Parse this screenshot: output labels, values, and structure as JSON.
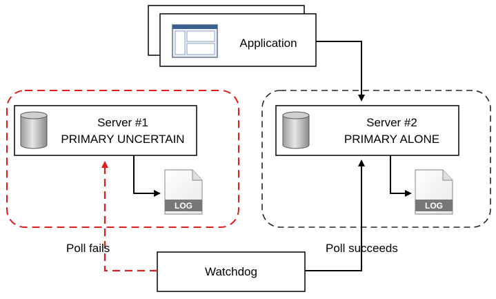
{
  "application": {
    "label": "Application"
  },
  "server1": {
    "title": "Server #1",
    "status": "PRIMARY UNCERTAIN",
    "log_label": "LOG"
  },
  "server2": {
    "title": "Server #2",
    "status": "PRIMARY ALONE",
    "log_label": "LOG"
  },
  "watchdog": {
    "label": "Watchdog"
  },
  "edges": {
    "poll_fails": "Poll fails",
    "poll_succeeds": "Poll succeeds"
  },
  "colors": {
    "failure": "#e01b1b",
    "normal": "#000000",
    "log_fill": "#777777"
  }
}
